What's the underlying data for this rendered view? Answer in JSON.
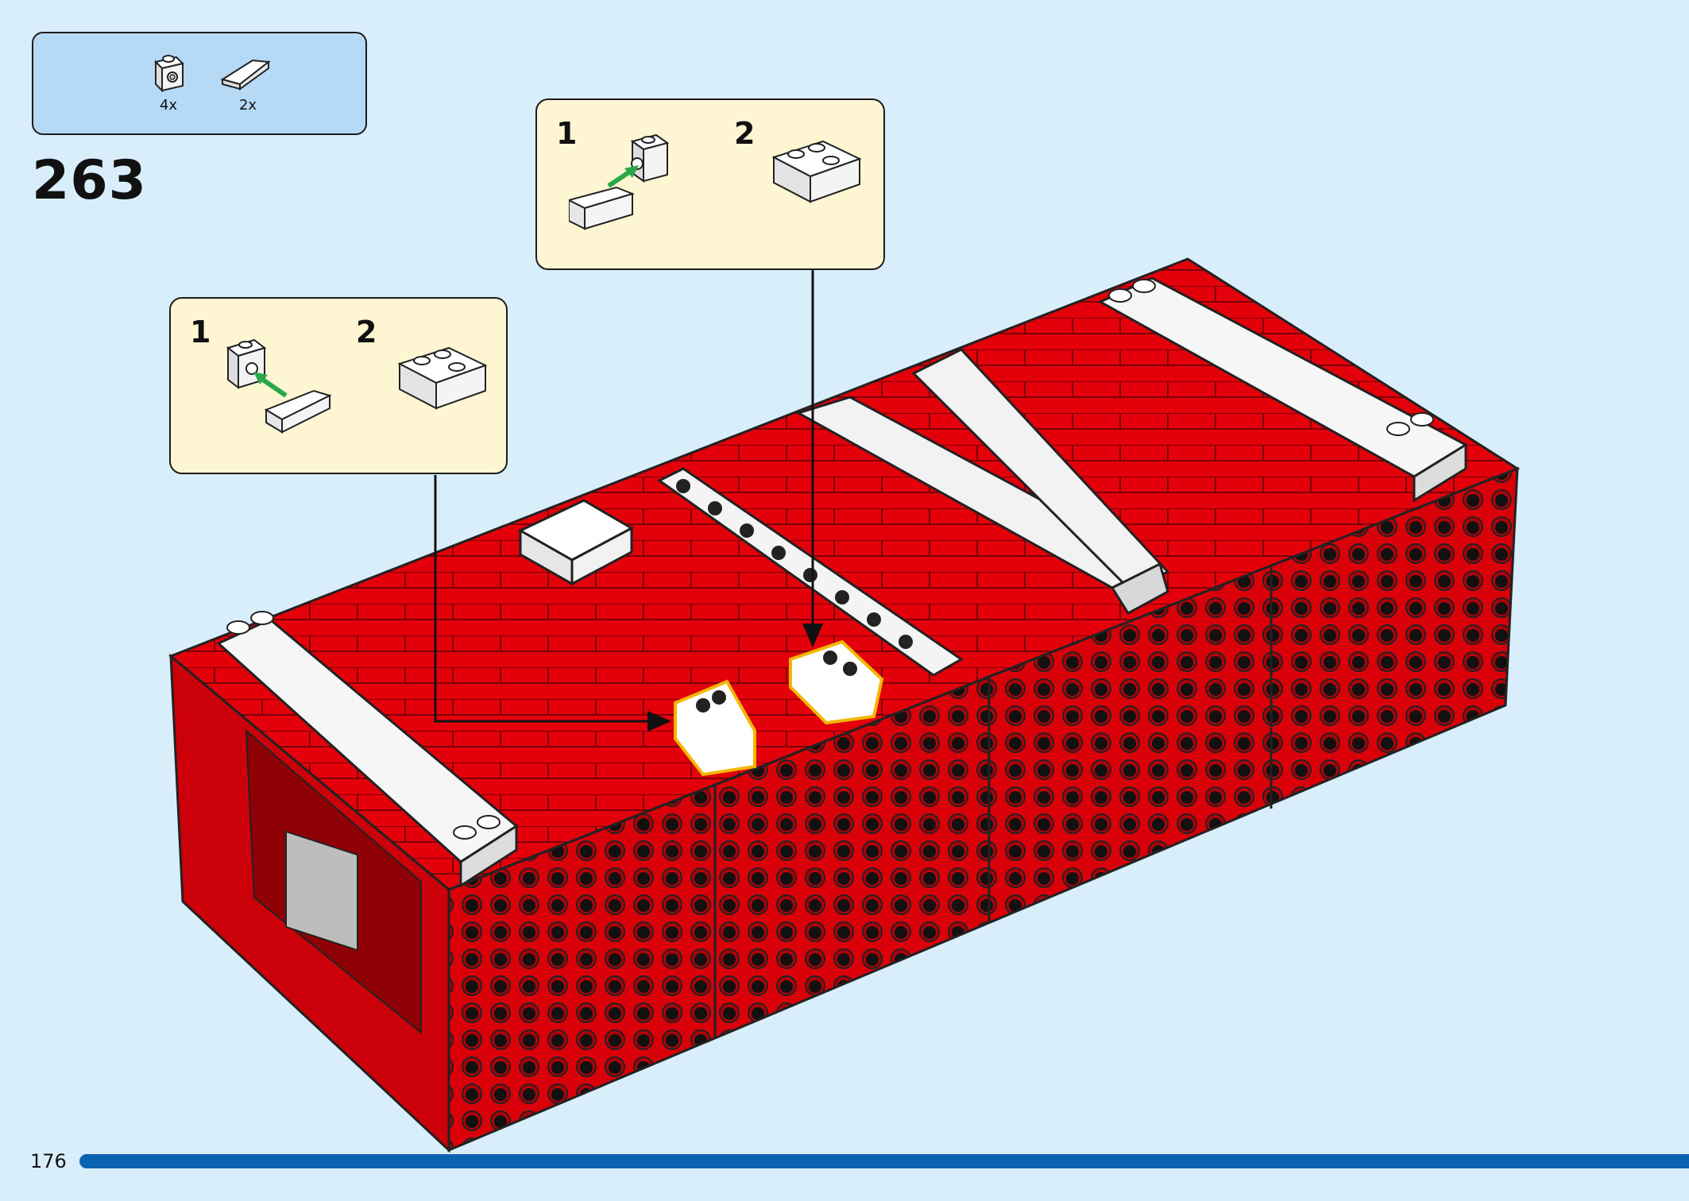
{
  "page": {
    "number": "176",
    "progress": 1.0
  },
  "step": {
    "number": "263"
  },
  "parts": [
    {
      "icon": "bracket-brick-white-icon",
      "qty": "4x"
    },
    {
      "icon": "slope-tile-white-icon",
      "qty": "2x"
    }
  ],
  "callouts": [
    {
      "sub1": "1",
      "sub2": "2"
    },
    {
      "sub1": "1",
      "sub2": "2"
    }
  ],
  "colors": {
    "background": "#d9eefb",
    "parts_box": "#b6d9f5",
    "callout": "#fef6d2",
    "model_red": "#e3000b",
    "progress": "#0a63b0",
    "highlight": "#f2b705"
  }
}
